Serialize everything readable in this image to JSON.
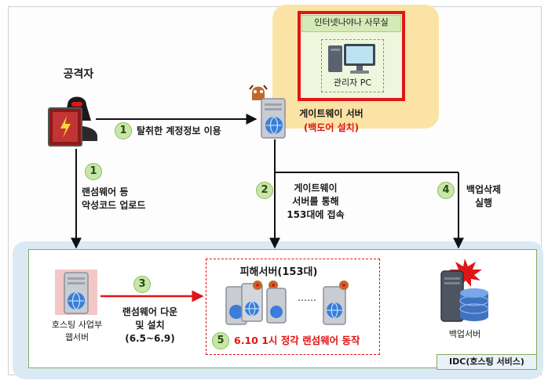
{
  "office": {
    "title": "인터넷나야나 사무실",
    "pc_label": "관리자 PC"
  },
  "attacker": {
    "label": "공격자"
  },
  "gateway": {
    "label": "게이트웨이 서버",
    "backdoor": "(백도어 설치)"
  },
  "steps": [
    {
      "num": "1",
      "text": "탈취한 계정정보 이용"
    },
    {
      "num": "1",
      "line1": "랜섬웨어 등",
      "line2": "악성코드 업로드"
    },
    {
      "num": "2",
      "line1": "게이트웨이",
      "line2": "서버를 통해",
      "line3": "153대에 접속"
    },
    {
      "num": "4",
      "line1": "백업삭제",
      "line2": "실행"
    },
    {
      "num": "3",
      "line1": "랜섬웨어 다운",
      "line2": "및 설치",
      "line3": "(6.5~6.9)"
    },
    {
      "num": "5",
      "text": "6.10 1시 정각 랜섬웨어 동작"
    }
  ],
  "hosting": {
    "line1": "호스팅 사업부",
    "line2": "웹서버"
  },
  "victims": {
    "title": "피해서버(153대)",
    "dots": "……"
  },
  "backup": {
    "label": "백업서버"
  },
  "idc": {
    "label": "IDC(호스팅 서비스)"
  },
  "colors": {
    "office_bg": "#fbe3a5",
    "idc_bg": "#dbe9f4",
    "idc_inner": "#ffffff",
    "highlight_red": "#e11515",
    "step_green": "#c8e6a8",
    "arrow_red": "#e11515"
  }
}
